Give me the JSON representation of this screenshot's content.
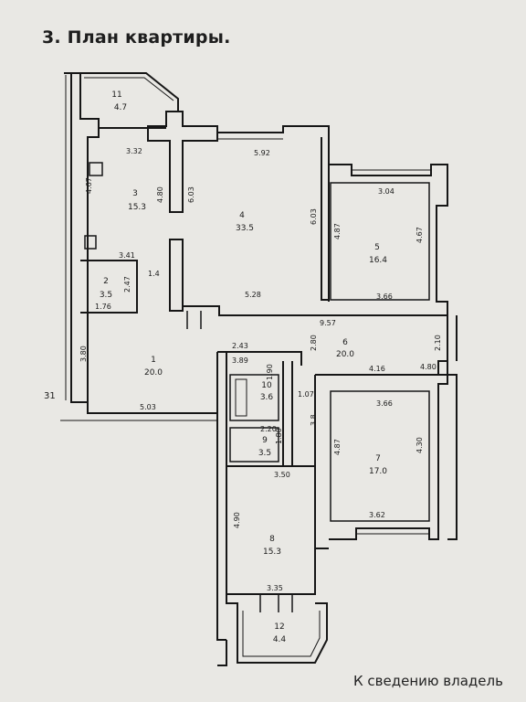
{
  "header": {
    "title": "3.   План квартиры."
  },
  "footer": {
    "note": "К сведению владель"
  },
  "rooms": [
    {
      "id": "room-11",
      "number": "11",
      "area": "4.7"
    },
    {
      "id": "room-3",
      "number": "3",
      "area": "15.3"
    },
    {
      "id": "room-4",
      "number": "4",
      "area": "33.5"
    },
    {
      "id": "room-5",
      "number": "5",
      "area": "16.4"
    },
    {
      "id": "room-2",
      "number": "2",
      "area": "3.5"
    },
    {
      "id": "room-1",
      "number": "1",
      "area": "20.0"
    },
    {
      "id": "room-6",
      "number": "6",
      "area": "20.0"
    },
    {
      "id": "room-10",
      "number": "10",
      "area": "3.6"
    },
    {
      "id": "room-9",
      "number": "9",
      "area": "3.5"
    },
    {
      "id": "room-7",
      "number": "7",
      "area": "17.0"
    },
    {
      "id": "room-8",
      "number": "8",
      "area": "15.3"
    },
    {
      "id": "room-12",
      "number": "12",
      "area": "4.4"
    }
  ],
  "dimensions": [
    "3.32",
    "5.92",
    "4.67",
    "4.80",
    "6.03",
    "6.03",
    "3.04",
    "4.87",
    "4.67",
    "3.41",
    "2.47",
    "1.76",
    "5.28",
    "3.66",
    "9.57",
    "3.80",
    "5.03",
    "2.10",
    "2.80",
    "2.43",
    "3.89",
    "1.90",
    "4.16",
    "4.80",
    "3.66",
    "2.20",
    "1.80",
    "4.87",
    "4.30",
    "3.50",
    "3.62",
    "4.90",
    "3.35",
    "1.07",
    "3.8",
    "1.4",
    "31"
  ]
}
